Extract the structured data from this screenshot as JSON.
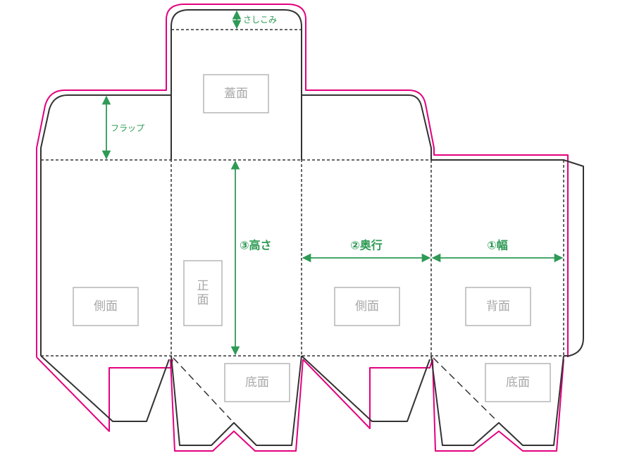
{
  "panels": {
    "lid": "蓋面",
    "side_left": "側面",
    "front_top": "正",
    "front_bottom": "面",
    "side_right": "側面",
    "back": "背面",
    "bottom_1": "底面",
    "bottom_2": "底面"
  },
  "dimensions": {
    "tuck_in": "さしこみ",
    "flap": "フラップ",
    "height": "③高さ",
    "depth": "②奥行",
    "width": "①幅"
  },
  "colors": {
    "cut_line": "#333333",
    "bleed_line": "#e3007f",
    "dimension": "#2e9a55",
    "panel_label": "#a8a8a8"
  }
}
